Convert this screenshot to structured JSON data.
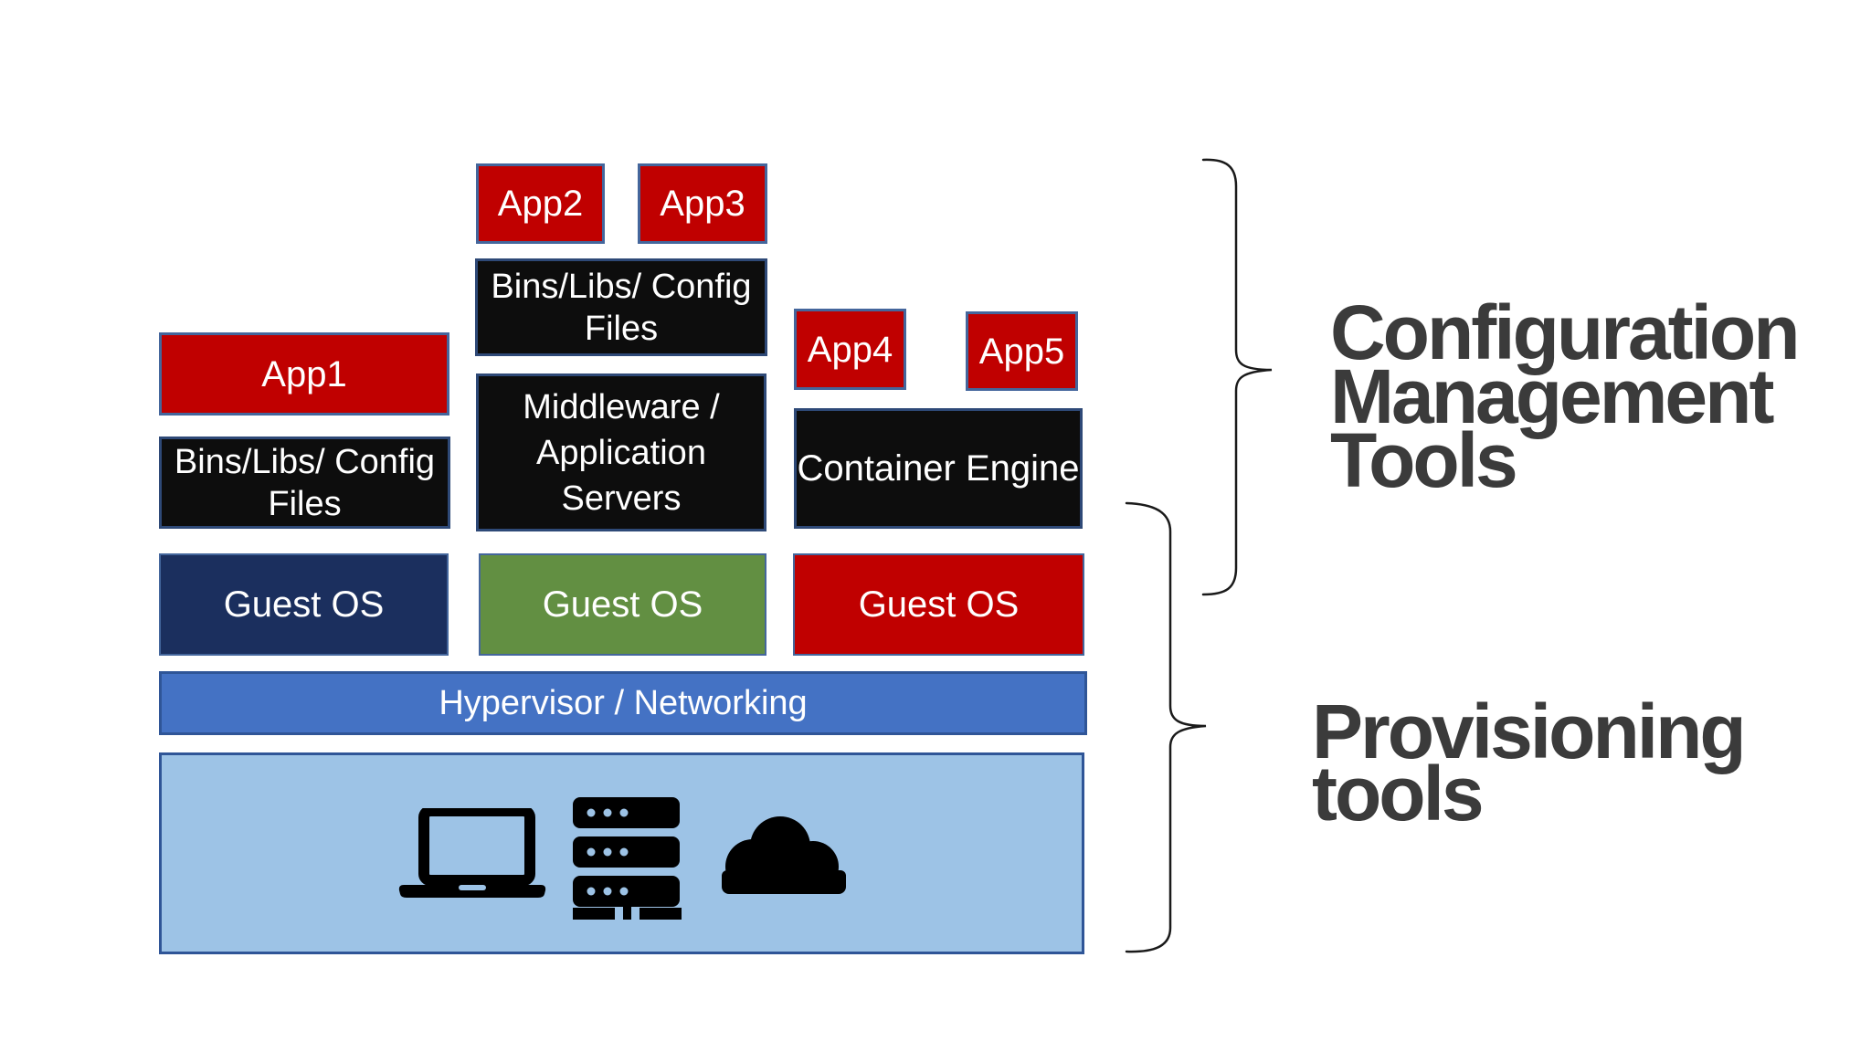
{
  "diagram": {
    "boxes": {
      "app1": {
        "label": "App1"
      },
      "app2": {
        "label": "App2"
      },
      "app3": {
        "label": "App3"
      },
      "app4": {
        "label": "App4"
      },
      "app5": {
        "label": "App5"
      },
      "bins_libs_top": {
        "line1": "Bins/Libs/ Config",
        "line2": "Files"
      },
      "bins_libs_left": {
        "line1": "Bins/Libs/ Config",
        "line2": "Files"
      },
      "middleware": {
        "line1": "Middleware /",
        "line2": "Application",
        "line3": "Servers"
      },
      "container_engine": {
        "label": "Container Engine"
      },
      "guest_os_1": {
        "label": "Guest OS"
      },
      "guest_os_2": {
        "label": "Guest OS"
      },
      "guest_os_3": {
        "label": "Guest OS"
      },
      "hypervisor": {
        "label": "Hypervisor / Networking"
      }
    },
    "infrastructure": {
      "icons": [
        "laptop-icon",
        "server-rack-icon",
        "cloud-icon"
      ]
    },
    "annotations": {
      "configuration_management": {
        "line1": "Configuration",
        "line2": "Management",
        "line3": "Tools"
      },
      "provisioning": {
        "line1": "Provisioning",
        "line2": "tools"
      }
    },
    "colors": {
      "app_red": "#C00000",
      "black_box": "#0d0d0d",
      "guest_navy": "#1B2F5E",
      "guest_green": "#628F42",
      "guest_red": "#C00000",
      "hypervisor_blue": "#4472C4",
      "infrastructure_light_blue": "#9DC3E6",
      "box_border_blue": "#44669C",
      "bar_border_blue": "#2F5597",
      "annotation_text": "#3b3b3b",
      "brace_black": "#1a1a1a"
    }
  }
}
